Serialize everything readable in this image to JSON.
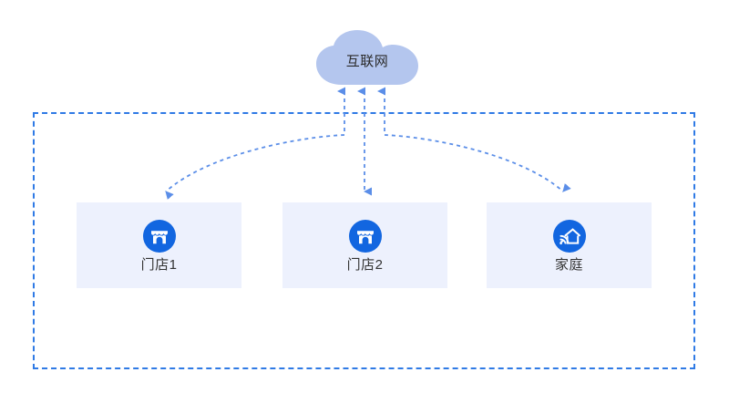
{
  "diagram": {
    "title": "",
    "cloud": {
      "label": "互联网",
      "icon": "cloud-icon",
      "fill_color": "#b4c6ee",
      "text_color": "#2b2b2b"
    },
    "boundary": {
      "name": "network-boundary",
      "style": "dashed",
      "color": "#2f7ae5"
    },
    "nodes": [
      {
        "id": "store1",
        "label": "门店1",
        "icon": "storefront-icon",
        "box_color": "#edf1fd",
        "icon_color": "#1266e0"
      },
      {
        "id": "store2",
        "label": "门店2",
        "icon": "storefront-icon",
        "box_color": "#edf1fd",
        "icon_color": "#1266e0"
      },
      {
        "id": "home",
        "label": "家庭",
        "icon": "smart-home-wifi-icon",
        "box_color": "#edf1fd",
        "icon_color": "#1266e0"
      }
    ],
    "connections": [
      {
        "from": "store1",
        "to": "cloud",
        "style": "dashed",
        "direction": "bidirectional",
        "color": "#5b8ee8"
      },
      {
        "from": "store2",
        "to": "cloud",
        "style": "dashed",
        "direction": "bidirectional",
        "color": "#5b8ee8"
      },
      {
        "from": "home",
        "to": "cloud",
        "style": "dashed",
        "direction": "bidirectional",
        "color": "#5b8ee8"
      }
    ]
  }
}
